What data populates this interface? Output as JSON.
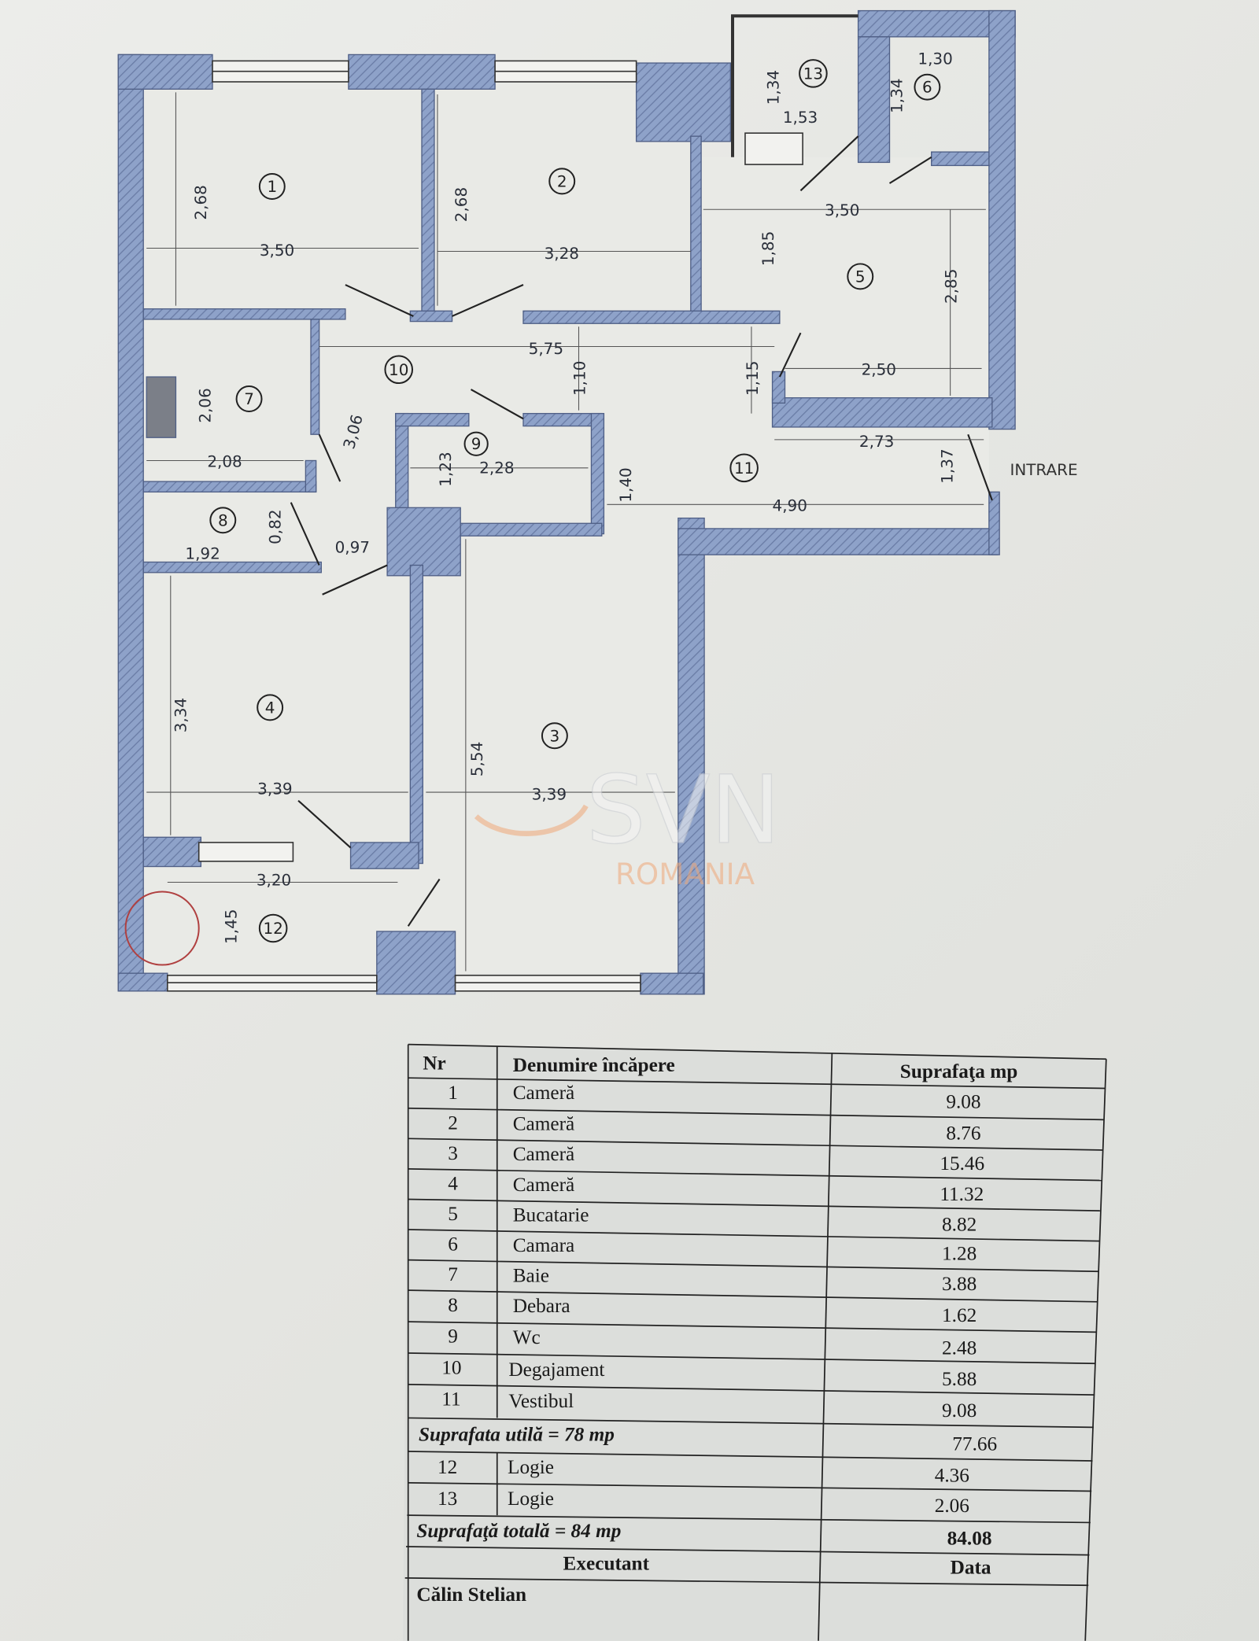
{
  "plan": {
    "entrance_label": "INTRARE",
    "rooms": [
      "1",
      "2",
      "3",
      "4",
      "5",
      "6",
      "7",
      "8",
      "9",
      "10",
      "11",
      "12",
      "13"
    ],
    "dims": [
      "2,68",
      "3,50",
      "2,68",
      "3,28",
      "1,34",
      "1,53",
      "1,30",
      "1,34",
      "3,50",
      "1,85",
      "2,85",
      "5,75",
      "1,10",
      "1,15",
      "2,50",
      "2,06",
      "3,06",
      "2,08",
      "1,23",
      "2,28",
      "1,40",
      "2,73",
      "1,37",
      "4,90",
      "0,82",
      "1,92",
      "0,97",
      "3,34",
      "3,39",
      "5,54",
      "3,39",
      "3,20",
      "1,45"
    ],
    "colors": {
      "wall": "#8ea2c9",
      "hatch": "#5d6f99"
    }
  },
  "watermark": {
    "brand": "SVN",
    "sub": "ROMANIA"
  },
  "table": {
    "headers": [
      "Nr",
      "Denumire încăpere",
      "Suprafaţa mp"
    ],
    "rows": [
      {
        "nr": "1",
        "name": "Cameră",
        "area": "9.08"
      },
      {
        "nr": "2",
        "name": "Cameră",
        "area": "8.76"
      },
      {
        "nr": "3",
        "name": "Cameră",
        "area": "15.46"
      },
      {
        "nr": "4",
        "name": "Cameră",
        "area": "11.32"
      },
      {
        "nr": "5",
        "name": "Bucatarie",
        "area": "8.82"
      },
      {
        "nr": "6",
        "name": "Camara",
        "area": "1.28"
      },
      {
        "nr": "7",
        "name": "Baie",
        "area": "3.88"
      },
      {
        "nr": "8",
        "name": "Debara",
        "area": "1.62"
      },
      {
        "nr": "9",
        "name": "Wc",
        "area": "2.48"
      },
      {
        "nr": "10",
        "name": "Degajament",
        "area": "5.88"
      },
      {
        "nr": "11",
        "name": "Vestibul",
        "area": "9.08"
      }
    ],
    "useful": {
      "label": "Suprafata utilă = 78 mp",
      "value": "77.66"
    },
    "loggias": [
      {
        "nr": "12",
        "name": "Logie",
        "area": "4.36"
      },
      {
        "nr": "13",
        "name": "Logie",
        "area": "2.06"
      }
    ],
    "total": {
      "label": "Suprafaţă totală = 84 mp",
      "value": "84.08"
    },
    "footer": {
      "executant_label": "Executant",
      "date_label": "Data",
      "executant_name": "Călin Stelian"
    }
  }
}
